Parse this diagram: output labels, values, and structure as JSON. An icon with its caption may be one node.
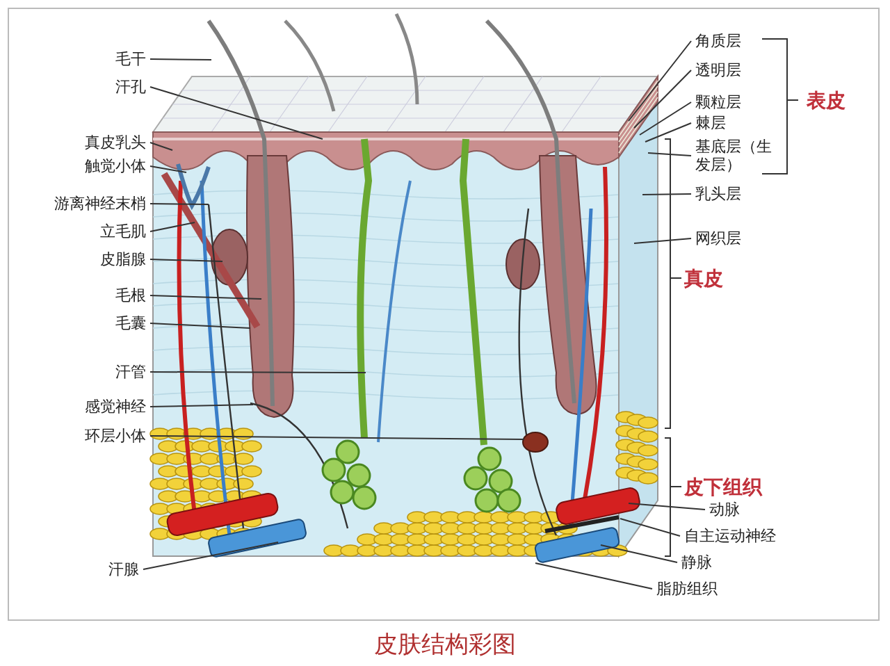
{
  "diagram": {
    "caption": "皮肤结构彩图",
    "nodes": [
      {
        "text": [
          "毛干"
        ]
      },
      {
        "text": [
          "汗孔"
        ]
      },
      {
        "text": [
          "真皮乳头"
        ]
      },
      {
        "text": [
          "触觉小体"
        ]
      },
      {
        "text": [
          "游离神经末梢"
        ]
      },
      {
        "text": [
          "立毛肌"
        ]
      },
      {
        "text": [
          "皮脂腺"
        ]
      },
      {
        "text": [
          "毛根"
        ]
      },
      {
        "text": [
          "毛囊"
        ]
      },
      {
        "text": [
          "汗管"
        ]
      },
      {
        "text": [
          "感觉神经"
        ]
      },
      {
        "text": [
          "环层小体"
        ]
      },
      {
        "text": [
          "汗腺"
        ]
      },
      {
        "text": [
          "角质层"
        ]
      },
      {
        "text": [
          "透明层"
        ]
      },
      {
        "text": [
          "颗粒层"
        ]
      },
      {
        "text": [
          "棘层"
        ]
      },
      {
        "text": [
          "基底层（生发层）"
        ]
      },
      {
        "text": [
          "乳头层"
        ]
      },
      {
        "text": [
          "网织层"
        ]
      },
      {
        "text": [
          "动脉"
        ]
      },
      {
        "text": [
          "自主运动神经"
        ]
      },
      {
        "text": [
          "静脉"
        ]
      },
      {
        "text": [
          "脂肪组织"
        ]
      }
    ],
    "edges": [
      {
        "from": 0,
        "to": null,
        "arrow": "none"
      },
      {
        "from": 1,
        "to": null,
        "arrow": "none"
      },
      {
        "from": 2,
        "to": null,
        "arrow": "none"
      },
      {
        "from": 3,
        "to": null,
        "arrow": "none"
      },
      {
        "from": 4,
        "to": null,
        "arrow": "none"
      },
      {
        "from": 5,
        "to": null,
        "arrow": "none"
      },
      {
        "from": 6,
        "to": null,
        "arrow": "none"
      },
      {
        "from": 7,
        "to": null,
        "arrow": "none"
      },
      {
        "from": 8,
        "to": null,
        "arrow": "none"
      },
      {
        "from": 9,
        "to": null,
        "arrow": "none"
      },
      {
        "from": 10,
        "to": null,
        "arrow": "none"
      },
      {
        "from": 11,
        "to": null,
        "arrow": "none"
      },
      {
        "from": 12,
        "to": null,
        "arrow": "none"
      },
      {
        "from": 13,
        "to": null,
        "arrow": "none"
      },
      {
        "from": 14,
        "to": null,
        "arrow": "none"
      },
      {
        "from": 15,
        "to": null,
        "arrow": "none"
      },
      {
        "from": 16,
        "to": null,
        "arrow": "none"
      },
      {
        "from": 17,
        "to": null,
        "arrow": "none"
      },
      {
        "from": 18,
        "to": null,
        "arrow": "none"
      },
      {
        "from": 19,
        "to": null,
        "arrow": "none"
      },
      {
        "from": 20,
        "to": null,
        "arrow": "none"
      },
      {
        "from": 21,
        "to": null,
        "arrow": "none"
      },
      {
        "from": 22,
        "to": null,
        "arrow": "none"
      },
      {
        "from": 23,
        "to": null,
        "arrow": "none"
      }
    ],
    "labels": [
      "表皮",
      "真皮",
      "皮下组织"
    ]
  }
}
